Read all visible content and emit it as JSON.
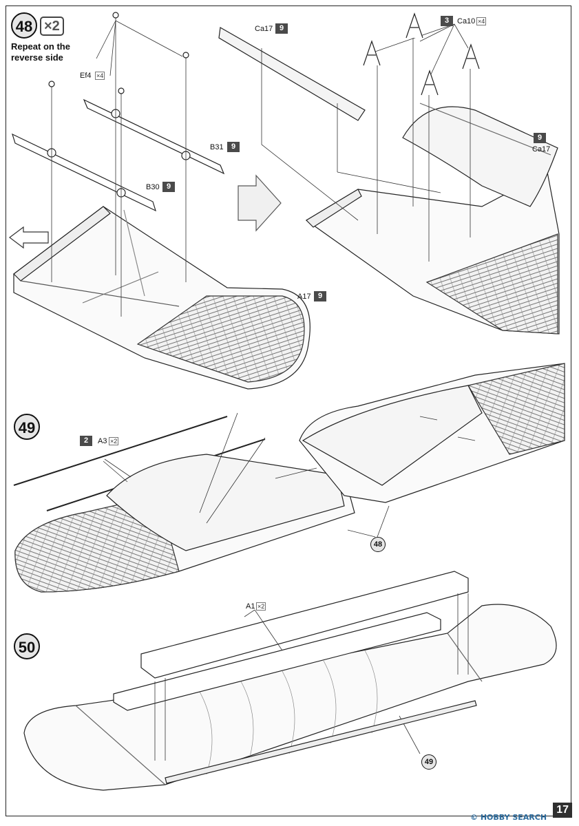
{
  "steps": {
    "step48": {
      "number": "48",
      "multiplier": "×2",
      "note": "Repeat on the reverse side",
      "parts": [
        {
          "code": "Ef4",
          "qty": "×4"
        },
        {
          "code": "B31",
          "sprue": "9"
        },
        {
          "code": "B30",
          "sprue": "9"
        },
        {
          "code": "A17",
          "sprue": "9"
        },
        {
          "code": "Ca17",
          "sprue": "9"
        },
        {
          "code": "Ca10",
          "sprue": "3",
          "qty": "×4"
        },
        {
          "code": "Ca17",
          "sprue": "9"
        }
      ]
    },
    "step49": {
      "number": "49",
      "parts": [
        {
          "code": "A3",
          "sprue": "2",
          "qty": "×2"
        }
      ],
      "ref": "48"
    },
    "step50": {
      "number": "50",
      "parts": [
        {
          "code": "A1",
          "qty": "×2"
        }
      ],
      "ref": "49"
    }
  },
  "page_number": "17",
  "watermark": "© HOBBY SEARCH"
}
